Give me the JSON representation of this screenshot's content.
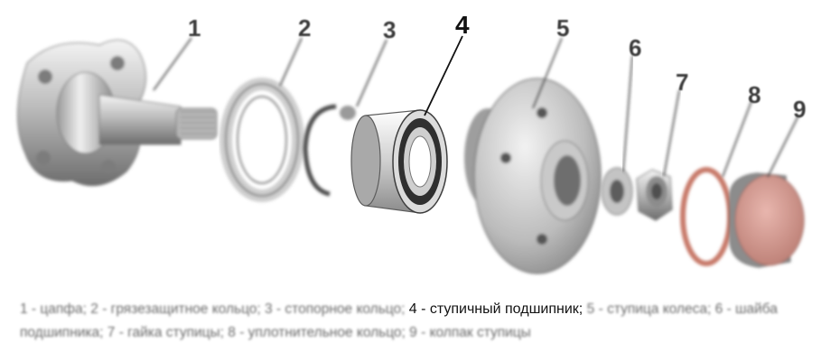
{
  "callouts": [
    {
      "num": "1",
      "label": "цапфа"
    },
    {
      "num": "2",
      "label": "грязезащитное кольцо"
    },
    {
      "num": "3",
      "label": "стопорное кольцо"
    },
    {
      "num": "4",
      "label": "ступичный подшипник"
    },
    {
      "num": "5",
      "label": "ступица колеса"
    },
    {
      "num": "6",
      "label": "шайба подшипника"
    },
    {
      "num": "7",
      "label": "гайка ступицы"
    },
    {
      "num": "8",
      "label": "уплотнительное кольцо"
    },
    {
      "num": "9",
      "label": "колпак ступицы"
    }
  ],
  "caption": {
    "part_a": "1 - цапфа; 2 - грязезащитное кольцо; 3 - стопорное кольцо; ",
    "part_b": "4 - ступичный подшипник; ",
    "part_c": "5 - ступица колеса; 6 - шайба подшипника; 7 - гайка ступицы; 8 - уплотнительное кольцо; 9 - колпак ступицы"
  },
  "colors": {
    "metal_light": "#e8e8e8",
    "metal_mid": "#a8a8a8",
    "metal_dark": "#5a5a5a",
    "gasket": "#c87a6a",
    "cap": "#d49a92",
    "leader_line": "#444444"
  }
}
